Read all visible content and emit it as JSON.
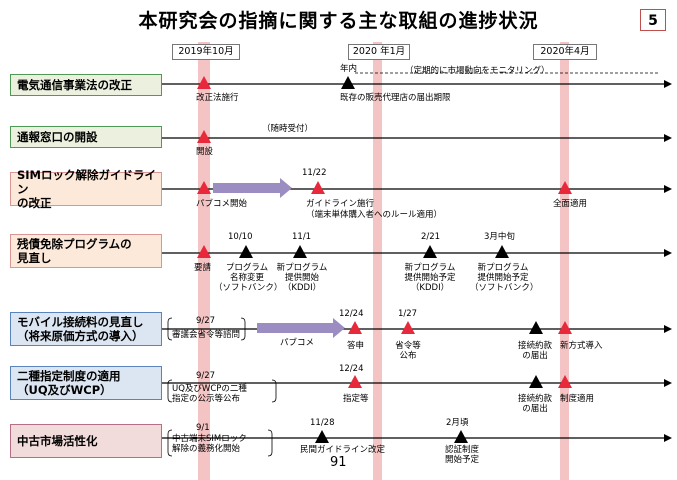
{
  "header": {
    "title": "本研究会の指摘に関する主な取組の進捗状況",
    "page_number": "5"
  },
  "timeline": {
    "dates": [
      "2019年10月",
      "2020 年1月",
      "2020年4月"
    ]
  },
  "rows": [
    {
      "label_lines": [
        "電気通信事業法の改正"
      ],
      "color": "green"
    },
    {
      "label_lines": [
        "通報窓口の開設"
      ],
      "color": "green"
    },
    {
      "label_lines": [
        "SIMロック解除ガイドライン",
        "の改正"
      ],
      "color": "orange"
    },
    {
      "label_lines": [
        "残債免除プログラムの",
        "見直し"
      ],
      "color": "orange"
    },
    {
      "label_lines": [
        "モバイル接続料の見直し",
        "（将来原価方式の導入）"
      ],
      "color": "blue"
    },
    {
      "label_lines": [
        "二種指定制度の適用",
        "（UQ及びWCP）"
      ],
      "color": "blue"
    },
    {
      "label_lines": [
        "中古市場活性化"
      ],
      "color": "pink"
    }
  ],
  "annotations": {
    "r1_nenai": "年内",
    "r1_monitor": "（定期的に市場動向をモニタリング）",
    "r1_shiko": "改正法施行",
    "r1_kisei": "既存の販売代理店の届出期限",
    "r2_zuiji": "（随時受付）",
    "r2_kaisetsu": "開設",
    "r3_1122": "11/22",
    "r3_pubcom": "パブコメ開始",
    "r3_gl_shiko": "ガイドライン施行",
    "r3_gl_note": "（端末単体購入者へのルール適用）",
    "r3_zenmen": "全面適用",
    "r4_1010": "10/10",
    "r4_111": "11/1",
    "r4_221": "2/21",
    "r4_march": "3月中旬",
    "r4_yosei": "要請",
    "r4_softbank_lines": [
      "プログラム",
      "名称変更",
      "（ソフトバンク）"
    ],
    "r4_kddi_lines": [
      "新プログラム",
      "提供開始",
      "（KDDI）"
    ],
    "r4_kddi2_lines": [
      "新プログラム",
      "提供開始予定",
      "（KDDI）"
    ],
    "r4_sb2_lines": [
      "新プログラム",
      "提供開始予定",
      "（ソフトバンク）"
    ],
    "r5_927": "9/27",
    "r5_shimon": "審議会省令等諮問",
    "r5_pubcom": "パブコメ",
    "r5_1224": "12/24",
    "r5_toshin": "答申",
    "r5_127": "1/27",
    "r5_shorei_lines": [
      "省令等",
      "公布"
    ],
    "r5_setsuzoku_lines": [
      "接続約款",
      "の届出"
    ],
    "r5_shinhoshiki": "新方式導入",
    "r6_927": "9/27",
    "r6_uq_lines": [
      "UQ及びWCPの二種",
      "指定の公示等公布"
    ],
    "r6_1224": "12/24",
    "r6_shitei": "指定等",
    "r6_setsuzoku_lines": [
      "接続約款",
      "の届出"
    ],
    "r6_seido": "制度適用",
    "r7_91": "9/1",
    "r7_chuko_lines": [
      "中古端末SIMロック",
      "解除の義務化開始"
    ],
    "r7_1128": "11/28",
    "r7_minkan": "民間ガイドライン改定",
    "r7_feb": "2月頃",
    "r7_nintei_lines": [
      "認証制度",
      "開始予定"
    ],
    "page_footer": "91"
  },
  "colors": {
    "vline": "#f4c3c3",
    "arrow_purple": "#9b8cc1",
    "triangle_red": "#e8283b",
    "triangle_black": "#000000"
  }
}
